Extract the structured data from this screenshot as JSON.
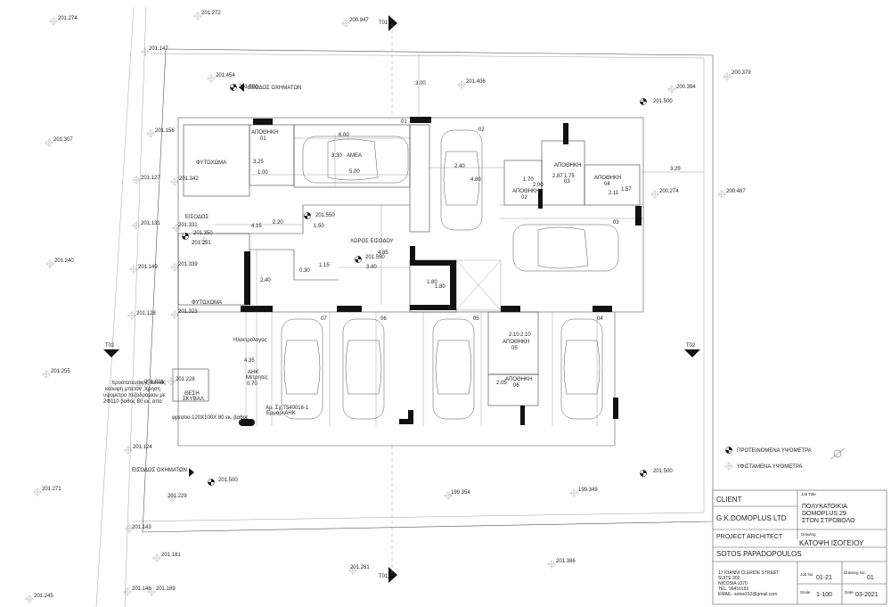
{
  "elevations": [
    {
      "v": "201.274"
    },
    {
      "v": "201.272"
    },
    {
      "v": "200.947"
    },
    {
      "v": "201.147"
    },
    {
      "v": "200.379"
    },
    {
      "v": "201.454"
    },
    {
      "v": "201.406"
    },
    {
      "v": "200.394"
    },
    {
      "v": "201.156"
    },
    {
      "v": "201.307"
    },
    {
      "v": "201.127"
    },
    {
      "v": "201.342"
    },
    {
      "v": "200.274"
    },
    {
      "v": "200.487"
    },
    {
      "v": "201.131"
    },
    {
      "v": "201.331"
    },
    {
      "v": "201.251"
    },
    {
      "v": "201.240"
    },
    {
      "v": "201.149"
    },
    {
      "v": "201.339"
    },
    {
      "v": "201.128"
    },
    {
      "v": "201.323"
    },
    {
      "v": "201.255"
    },
    {
      "v": "201.028"
    },
    {
      "v": "201.228"
    },
    {
      "v": "201.124"
    },
    {
      "v": "201.271"
    },
    {
      "v": "201.229"
    },
    {
      "v": "199.354"
    },
    {
      "v": "199.349"
    },
    {
      "v": "201.143"
    },
    {
      "v": "201.181"
    },
    {
      "v": "201.261"
    },
    {
      "v": "201.386"
    },
    {
      "v": "201.245"
    },
    {
      "v": "201.148"
    },
    {
      "v": "201.189"
    }
  ],
  "proposed_levels": [
    {
      "v": "201.500"
    },
    {
      "v": "201.500"
    },
    {
      "v": "201.550"
    },
    {
      "v": "201.350"
    },
    {
      "v": "201.550"
    },
    {
      "v": "201.500"
    },
    {
      "v": "201.500"
    }
  ],
  "dimensions": [
    {
      "v": "3.00"
    },
    {
      "v": "6.00"
    },
    {
      "v": "3.30"
    },
    {
      "v": "5.00"
    },
    {
      "v": "3.25"
    },
    {
      "v": "1.00"
    },
    {
      "v": "2.40"
    },
    {
      "v": "4.80"
    },
    {
      "v": "1.70"
    },
    {
      "v": "2.87"
    },
    {
      "v": "1.75"
    },
    {
      "v": "2.00"
    },
    {
      "v": "2.11"
    },
    {
      "v": "1.57"
    },
    {
      "v": "3.29"
    },
    {
      "v": "4.15"
    },
    {
      "v": "2.20"
    },
    {
      "v": "1.50"
    },
    {
      "v": "4.85"
    },
    {
      "v": "1.15"
    },
    {
      "v": "3.40"
    },
    {
      "v": "0.30"
    },
    {
      "v": "2.40"
    },
    {
      "v": "1.80"
    },
    {
      "v": "1.80"
    },
    {
      "v": "2.10"
    },
    {
      "v": "2.10"
    },
    {
      "v": "2.05"
    },
    {
      "v": "4.35"
    },
    {
      "v": "0.70"
    }
  ],
  "labels": {
    "exit_vehicles_top": "ΕΞΟΔΟΣ ΟΧΗΜΑΤΩΝ",
    "exit_vehicles_bottom": "ΕΙΣΟΔΟΣ ΟΧΗΜΑΤΩΝ",
    "storage_01_a": "ΑΠΟΘΗΚΗ",
    "storage_01_b": "01",
    "amea": "ΑΜΕΑ",
    "planter_1": "ΦΥΤΩΧΩΜΑ",
    "planter_2": "ΦΥΤΩΧΩΜΑ",
    "entrance": "ΕΙΣΟΔΟΣ",
    "entrance_space": "ΧΩΡΟΣ ΕΙΣΟΔΟΥ",
    "storage_02": "ΑΠΟΘΗΚΗ",
    "storage_02_n": "02",
    "storage_03": "ΑΠΟΘΗΚΗ",
    "storage_03_n": "03",
    "storage_04": "ΑΠΟΘΗΚΗ",
    "storage_04_n": "04",
    "storage_05": "ΑΠΟΘΗΚΗ",
    "storage_05_n": "05",
    "storage_06": "ΑΠΟΘΗΚΗ",
    "storage_06_n": "06",
    "meter": "Ηλεκτρολογος",
    "ahk_a": "ΑΗΚ",
    "ahk_b": "Μετρητες",
    "bins_a": "ΘΕΣΗ",
    "bins_b": "ΣΚΥΒΑΛ.",
    "ahk_note_a": "Αρ. Σχ.T540016-1",
    "ahk_note_b": "Ερμαρι ΑΗΚ",
    "well": "φρεατιο 120Χ100Χ 80 εκ. βαθος",
    "cover_1": "προστατευτικης ταινιας",
    "cover_2": "καλυψη μπετον .Χρηση",
    "cover_3": "υψομετρο πεζοδρομιου με",
    "cover_4": "2Φ110 βαθος 80 εκ. απο",
    "p01": "01",
    "p02": "02",
    "p03": "03",
    "p04": "04",
    "p05": "05",
    "p06": "06",
    "p07": "07",
    "t01_top": "Τ01",
    "t01_bot": "Τ01",
    "t02_l": "Τ02",
    "t02_r": "Τ02"
  },
  "legend": {
    "proposed": "ΠΡΟΤΕΙΝΟΜΕΝΑ ΥΨΟΜΕΤΡΑ",
    "existing": "ΥΦΙΣΤΑΜΕΝΑ ΥΨΟΜΕΤΡΑ"
  },
  "title_block": {
    "client_label": "CLIENT",
    "client": "G.K.DOMOPLUS LTD",
    "job_title_label": "Job Title",
    "job_title_1": "ΠΟΛΥΚΑΤΟΙΚΙΑ",
    "job_title_2": "DOMOPLUS 29",
    "job_title_3": "ΣΤΟΝ ΣΤΡΟΒΟΛΟ",
    "architect_label": "PROJECT ARCHITECT",
    "architect": "SOTOS PAPADOPOULOS",
    "drawing_label": "Drawing",
    "drawing": "ΚΑΤΟΨΗ ΙΣΟΓΕΙΟΥ",
    "address_1": "17 IOANNI CLERIDE STREET",
    "address_2": "SUITE 302",
    "address_3": "NICOSIA 1070",
    "address_4": "TEL. 99416163",
    "address_5": "EMAIL- sotos312@gmail.com",
    "job_no_label": "Job No.",
    "job_no": "01-21",
    "drawing_no_label": "Drawing No.",
    "drawing_no": "01",
    "scale_label": "Scale",
    "scale": "1-100",
    "date_label": "Date",
    "date": "03-2021"
  }
}
